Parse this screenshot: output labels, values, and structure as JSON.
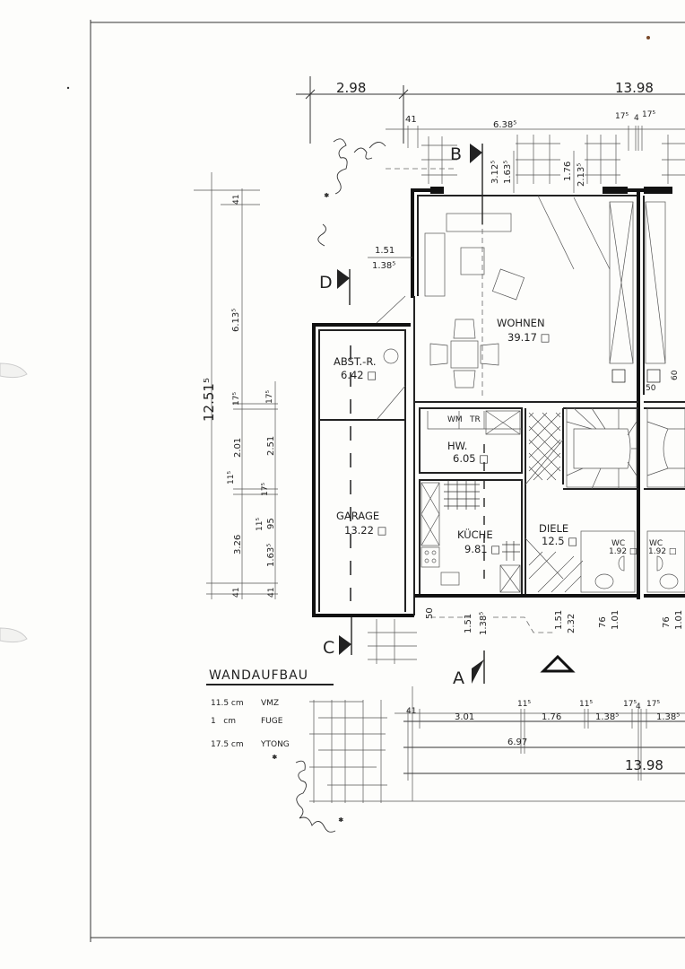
{
  "drawing": {
    "top_dimensions": {
      "outer_left": "2.98",
      "outer_right": "13.98",
      "wall": "41",
      "living_width": "6.38⁵",
      "party_wall_left": "17⁵",
      "party_gap": "4",
      "party_wall_right": "17⁵",
      "v1": "3.12⁵",
      "v2": "1.63⁵",
      "v3": "1.76",
      "v4": "2.13⁵"
    },
    "left_dimensions": {
      "total": "12.51⁵",
      "upper": "6.13⁵",
      "wall_top": "41",
      "d175a": "17⁵",
      "d175b": "17⁵",
      "d201": "2.01",
      "d251": "2.51",
      "d115a": "11⁵",
      "d175c": "17⁵",
      "d115b": "11⁵",
      "d95": "95",
      "d326": "3.26",
      "d1635": "1.63⁵",
      "wall_b1": "41",
      "wall_b2": "41"
    },
    "window_dims": {
      "w": "1.51",
      "h": "1.38⁵"
    },
    "section_markers": {
      "a": "A",
      "b": "B",
      "c": "C",
      "d": "D"
    },
    "rooms": [
      {
        "name": "WOHNEN",
        "area": "39.17 □"
      },
      {
        "name": "ABST.-R.",
        "area": "6.42 □"
      },
      {
        "name": "GARAGE",
        "area": "13.22 □"
      },
      {
        "name": "WM",
        "area": ""
      },
      {
        "name": "TR",
        "area": ""
      },
      {
        "name": "HW.",
        "area": "6.05 □"
      },
      {
        "name": "KÜCHE",
        "area": "9.81 □"
      },
      {
        "name": "DIELE",
        "area": "12.5 □"
      },
      {
        "name": "WC",
        "area": "1.92 □"
      },
      {
        "name": "WC",
        "area": "1.92 □"
      }
    ],
    "small_dims": {
      "d60a": "60",
      "d50": "50"
    },
    "bottom_openings": [
      "50",
      "1.51",
      "1.38⁵",
      "1.51",
      "2.32",
      "76",
      "1.01",
      "76",
      "1.01"
    ],
    "bottom_dimensions": {
      "row1": [
        "41",
        "3.01",
        "11⁵",
        "1.76",
        "11⁵",
        "1.38⁵",
        "17⁵",
        "4",
        "17⁵",
        "1.38⁵"
      ],
      "row2": "6.97",
      "row3": "13.98"
    },
    "legend": {
      "title": "WANDAUFBAU",
      "rows": [
        {
          "thickness": "11.5 cm",
          "material": "VMZ"
        },
        {
          "thickness": "1   cm",
          "material": "FUGE"
        },
        {
          "thickness": "17.5 cm",
          "material": "YTONG"
        }
      ]
    }
  }
}
